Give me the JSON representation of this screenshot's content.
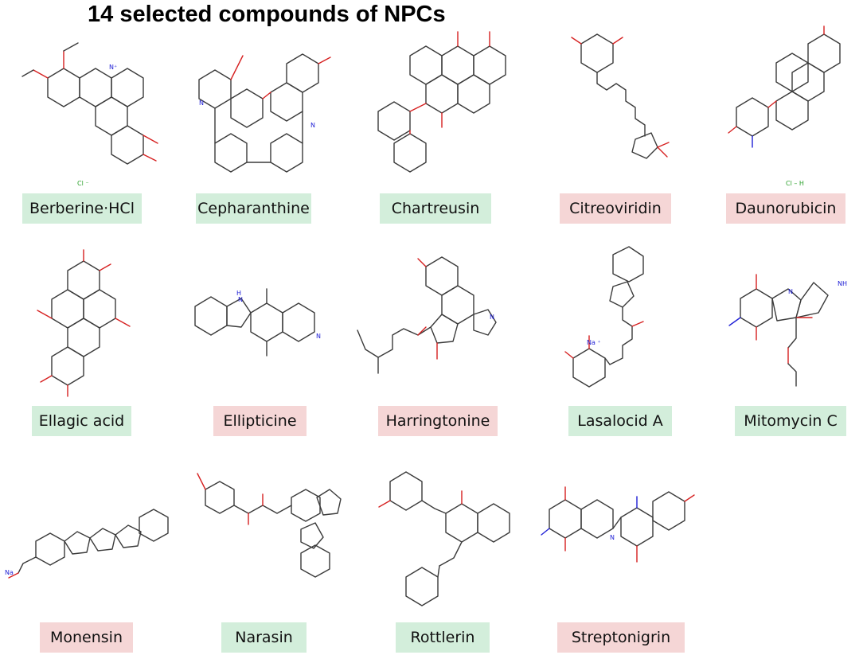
{
  "title": "14 selected compounds of NPCs",
  "colors": {
    "green_label": "#d3eedb",
    "red_label": "#f5d6d6",
    "oxygen": "#d62020",
    "nitrogen": "#2020d6",
    "bond": "#3a3a3a"
  },
  "compounds": [
    {
      "name": "Berberine·HCl",
      "label_color": "green",
      "salt": "Cl ⁻"
    },
    {
      "name": "Cepharanthine",
      "label_color": "green"
    },
    {
      "name": "Chartreusin",
      "label_color": "green"
    },
    {
      "name": "Citreoviridin",
      "label_color": "red"
    },
    {
      "name": "Daunorubicin",
      "label_color": "red",
      "salt": "Cl – H"
    },
    {
      "name": "Ellagic acid",
      "label_color": "green"
    },
    {
      "name": "Ellipticine",
      "label_color": "red"
    },
    {
      "name": "Harringtonine",
      "label_color": "red"
    },
    {
      "name": "Lasalocid A",
      "label_color": "green",
      "salt": "Na ⁺"
    },
    {
      "name": "Mitomycin C",
      "label_color": "green"
    },
    {
      "name": "Monensin",
      "label_color": "red",
      "salt": "Na"
    },
    {
      "name": "Narasin",
      "label_color": "green"
    },
    {
      "name": "Rottlerin",
      "label_color": "green"
    },
    {
      "name": "Streptonigrin",
      "label_color": "red"
    }
  ]
}
